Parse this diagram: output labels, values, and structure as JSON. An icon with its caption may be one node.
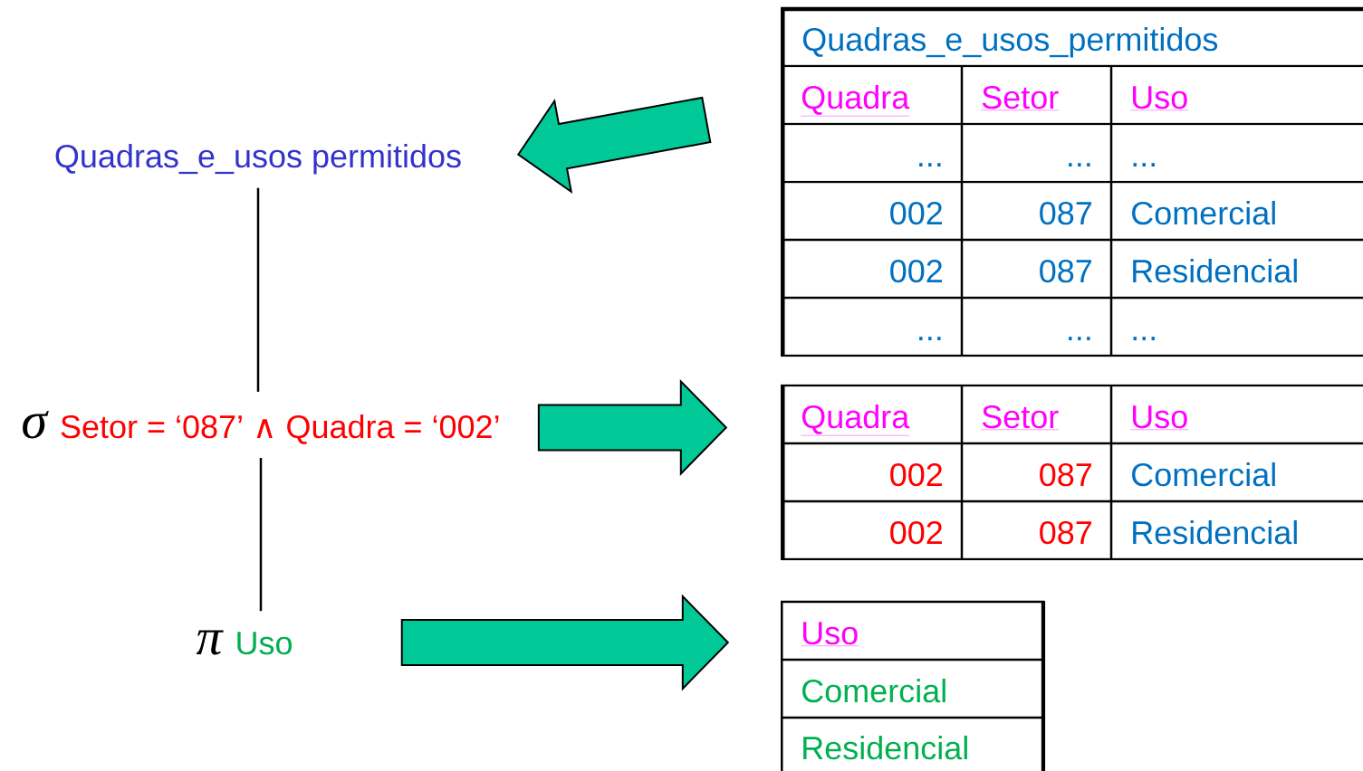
{
  "diagram": {
    "nodes": [
      {
        "text": [
          "Quadras_e_usos permitidos"
        ]
      },
      {
        "text": [
          "σ",
          "Setor = ‘087’ ∧ Quadra = ‘002’"
        ]
      },
      {
        "text": [
          "π",
          "Uso"
        ]
      },
      {
        "text": [
          "Quadras_e_usos_permitidos",
          "Quadra",
          "Setor",
          "Uso",
          "...",
          "...",
          "...",
          "002",
          "087",
          "Comercial",
          "002",
          "087",
          "Residencial",
          "...",
          "...",
          "..."
        ]
      },
      {
        "text": [
          "Quadra",
          "Setor",
          "Uso",
          "002",
          "087",
          "Comercial",
          "002",
          "087",
          "Residencial"
        ]
      },
      {
        "text": [
          "Uso",
          "Comercial",
          "Residencial"
        ]
      }
    ],
    "edges": [
      {
        "from": 3,
        "to": 0,
        "arrow": "to",
        "style": "thick"
      },
      {
        "from": 0,
        "to": 1,
        "arrow": "none",
        "color": "#000000"
      },
      {
        "from": 1,
        "to": 4,
        "arrow": "to",
        "style": "thick"
      },
      {
        "from": 1,
        "to": 2,
        "arrow": "none",
        "color": "#000000"
      },
      {
        "from": 2,
        "to": 5,
        "arrow": "to",
        "style": "thick"
      }
    ]
  }
}
